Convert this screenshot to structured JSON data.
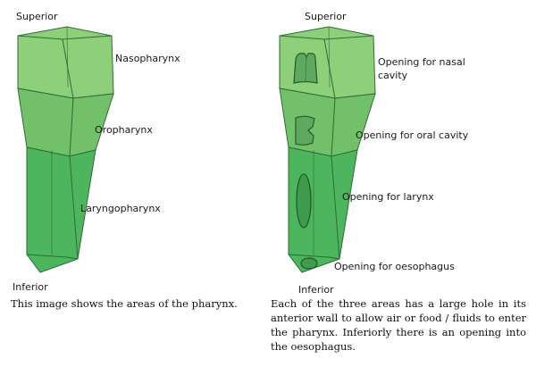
{
  "left_diagram": {
    "label_top": "Superior",
    "label_bottom": "Inferior",
    "regions": [
      "Nasopharynx",
      "Oropharynx",
      "Laryngopharynx"
    ],
    "caption": "This image shows the areas of the pharynx."
  },
  "right_diagram": {
    "label_top": "Superior",
    "label_bottom": "Inferior",
    "openings": [
      "Opening for nasal",
      "cavity",
      "Opening for oral cavity",
      "Opening for larynx",
      "Opening for oesophagus"
    ],
    "caption": "Each of the three areas has a large hole in its anterior wall to allow air or food / fluids to enter the pharynx. Inferiorly there is an opening into the oesophagus."
  },
  "colors": {
    "nasopharynx": "#8ed07a",
    "oropharynx": "#73c06a",
    "laryngopharynx": "#4cb55e",
    "outline": "#2f6b36"
  }
}
